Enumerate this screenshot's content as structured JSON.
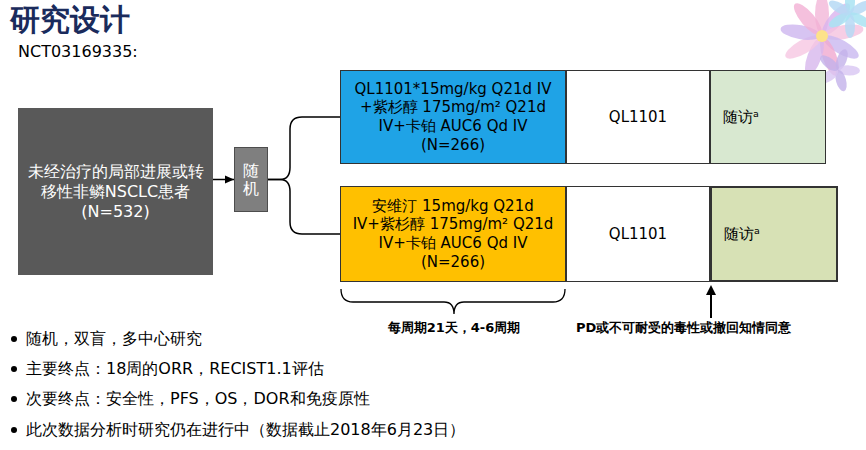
{
  "diagram": {
    "title": "研究设计",
    "nodes": [
      {
        "text": [
          "未经治疗的局部进展或转移性非鳞NSCLC患者",
          "(N=532)"
        ]
      },
      {
        "text": [
          "随机"
        ]
      },
      {
        "text": [
          "QL1101*15mg/kg Q21d IV +紫杉醇 175mg/m² Q21d IV+卡铂 AUC6 Qd IV (N=266)"
        ]
      },
      {
        "text": [
          "QL1101"
        ]
      },
      {
        "text": [
          "随访ᵃ"
        ]
      },
      {
        "text": [
          "安维汀 15mg/kg Q21d IV+紫杉醇 175mg/m² Q21d IV+卡铂 AUC6 Qd IV (N=266)"
        ]
      },
      {
        "text": [
          "QL1101"
        ]
      },
      {
        "text": [
          "随访ᵃ"
        ]
      }
    ],
    "edges": [
      {
        "from": 0,
        "to": 1,
        "arrow": "to"
      },
      {
        "from": 1,
        "to": 2,
        "arrow": "none"
      },
      {
        "from": 1,
        "to": 5,
        "arrow": "none"
      }
    ],
    "labels": [
      "NCT03169335:",
      "每周期21天，4-6周期",
      "PD或不可耐受的毒性或撤回知情同意",
      "随机，双盲，多中心研究",
      "主要终点：18周的ORR，RECIST1.1评估",
      "次要终点：安全性，PFS，OS，DOR和免疫原性",
      "此次数据分析时研究仍在进行中（数据截止2018年6月23日）"
    ]
  }
}
